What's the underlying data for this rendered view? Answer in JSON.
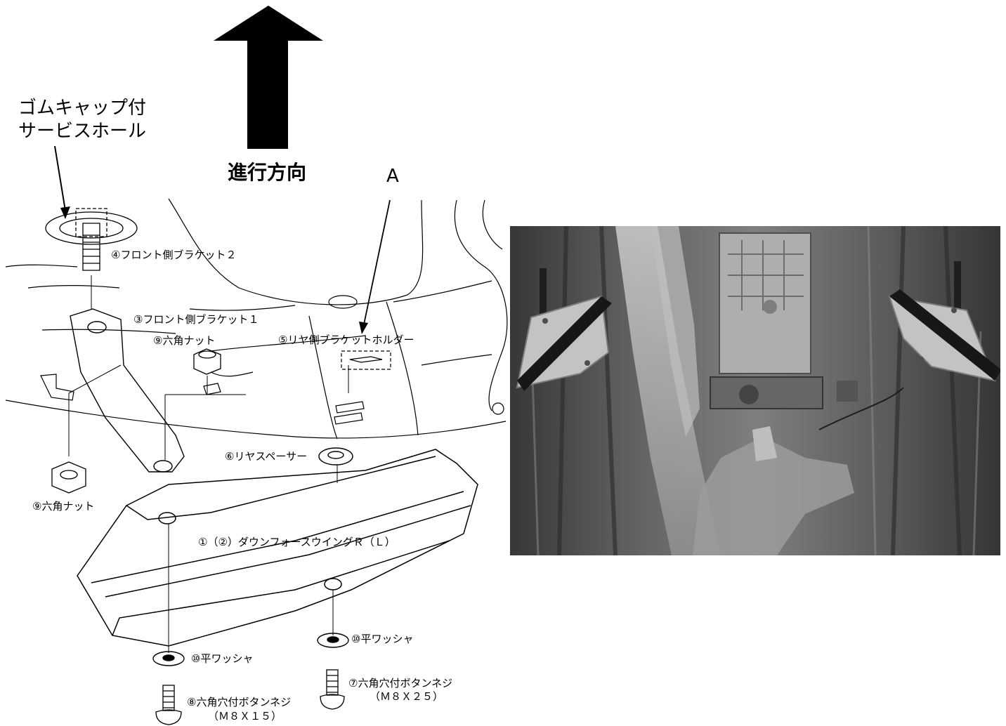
{
  "arrow_label": "進行方向",
  "service_hole": {
    "line1": "ゴムキャップ付",
    "line2": "サービスホール"
  },
  "marker_a": "A",
  "parts": {
    "p4": "④フロント側ブラケット２",
    "p3": "③フロント側ブラケット１",
    "p9a": "⑨六角ナット",
    "p5": "⑤リヤ側ブラケットホルダー",
    "p6": "⑥リヤスペーサー",
    "p9b": "⑨六角ナット",
    "p1": "①（②）ダウンフォースウイングＲ（Ｌ）",
    "p10a": "⑩平ワッシャ",
    "p10b": "⑩平ワッシャ",
    "p7": "⑦六角穴付ボタンネジ",
    "p7_size": "（Ｍ８Ｘ２５）",
    "p8": "⑧六角穴付ボタンネジ",
    "p8_size": "（Ｍ８Ｘ１５）"
  },
  "colors": {
    "ink": "#000000",
    "paper": "#ffffff",
    "photo_base": "#5a5a5a"
  }
}
